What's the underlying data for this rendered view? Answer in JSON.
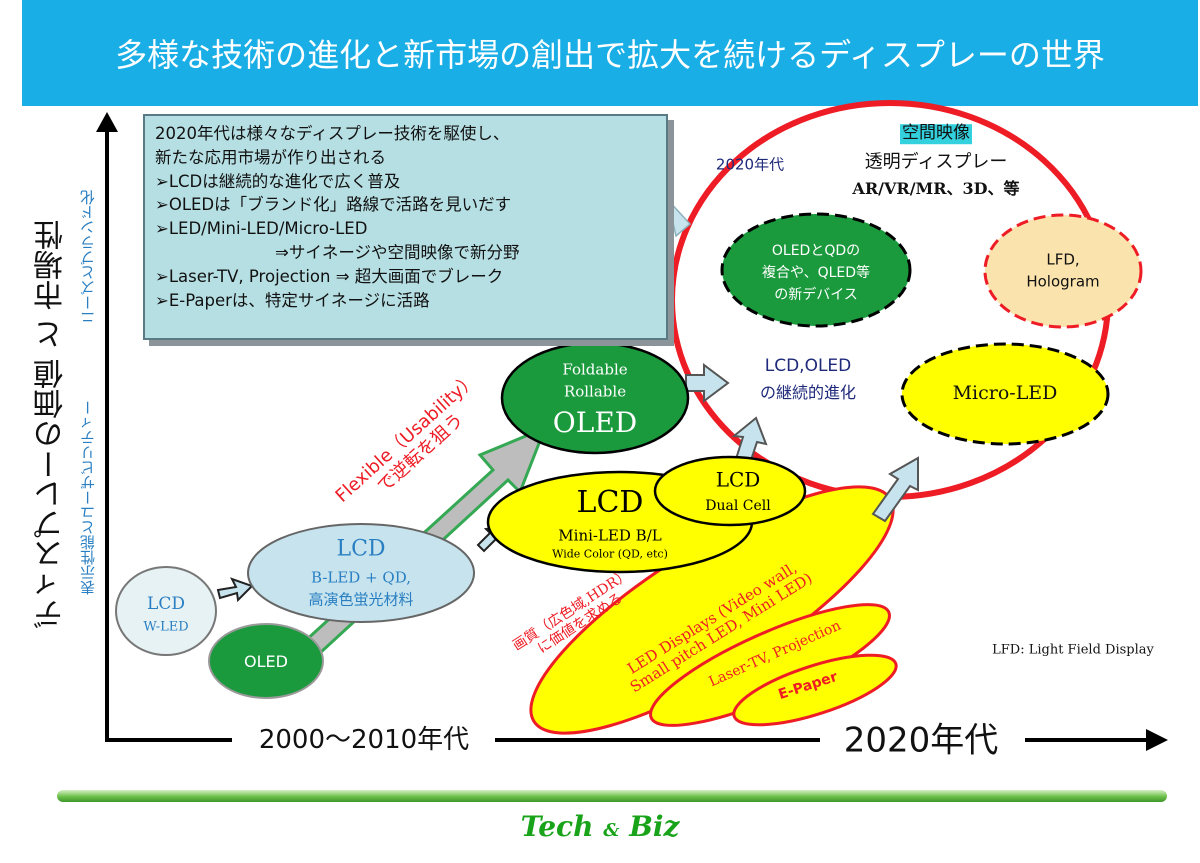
{
  "title": "多様な技術の進化と新市場の創出で拡大を続けるディスプレーの世界",
  "summary": {
    "lines": [
      "2020年代は様々なディスプレー技術を駆使し、",
      "新たな応用市場が作り出される",
      "➢LCDは継続的な進化で広く普及",
      "➢OLEDは「ブランド化」路線で活路を見いだす",
      "➢LED/Mini-LED/Micro-LED",
      "⇒サイネージや空間映像で新分野",
      "➢Laser-TV, Projection  ⇒  超大画面でブレーク",
      "➢E-Paperは、特定サイネージに活路"
    ]
  },
  "axes": {
    "y_main": "ディスプレーの価値 と 市場性",
    "y_sub_lower": "表示性能とユーザビリティー",
    "y_sub_upper": "ニーズとブランド化",
    "x_left": "2000～2010年代",
    "x_right": "2020年代"
  },
  "nodes": {
    "lcd_wled": [
      "LCD",
      "W-LED"
    ],
    "oled_small": "OLED",
    "lcd_bled": [
      "LCD",
      "B-LED + QD,",
      "高演色蛍光材料"
    ],
    "foldable": [
      "Foldable",
      "Rollable",
      "OLED"
    ],
    "lcd_mini": [
      "LCD",
      "Mini-LED B/L",
      "Wide Color (QD, etc)"
    ],
    "lcd_dual": [
      "LCD",
      "Dual Cell"
    ],
    "flexible": [
      "Flexible（Usability）",
      "で逆転を狙う"
    ],
    "image_quality": [
      "画質（広色域,HDR）",
      "に価値を求める"
    ],
    "led_displays": [
      "LED Displays (Video wall,",
      "Small pitch LED, Mini LED)"
    ],
    "laser_tv": "Laser-TV, Projection",
    "epaper": "E-Paper",
    "era_2020": "2020年代",
    "spatial_title": "空間映像",
    "spatial_lines": [
      "透明ディスプレー",
      "AR/VR/MR、3D、等"
    ],
    "oled_qd": [
      "OLEDとQDの",
      "複合や、QLED等",
      "の新デバイス"
    ],
    "lfd": [
      "LFD,",
      "Hologram"
    ],
    "lcd_oled_evo": [
      "LCD,OLED",
      "の継続的進化"
    ],
    "micro_led": "Micro-LED"
  },
  "note": "LFD: Light Field Display",
  "footer": {
    "part1": "Tech",
    "amp": "&",
    "part2": "Biz"
  },
  "colors": {
    "title_bg": "#19aee6",
    "green": "#1a9a3c",
    "yellow": "#ffff00",
    "red": "#ee1c24",
    "light_blue": "#c7e4ee",
    "box": "#b6dfe4",
    "footer": "#19a31a"
  }
}
